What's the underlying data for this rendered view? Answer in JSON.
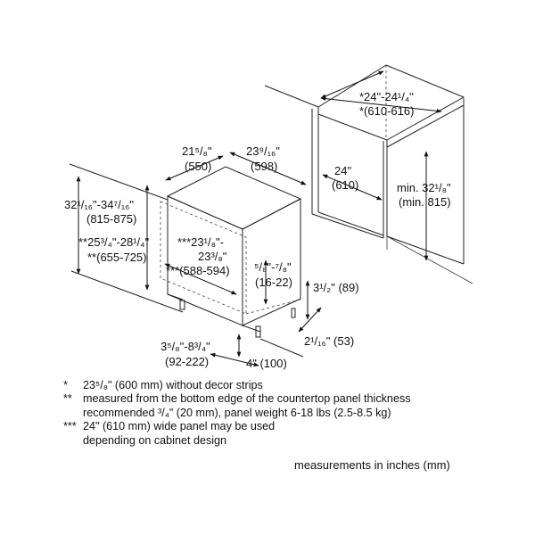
{
  "dimensions": {
    "top_depth_in": "21⁵/₈\"",
    "top_depth_mm": "(550)",
    "top_width_in": "23⁹/₁₆\"",
    "top_width_mm": "(598)",
    "cabinet_depth_in": "24\"",
    "cabinet_depth_mm": "(610)",
    "niche_width_in": "*24\"-24¹/₄\"",
    "niche_width_mm": "*(610-616)",
    "niche_height_in": "min. 32¹/₈\"",
    "niche_height_mm": "(min. 815)",
    "overall_height_in": "32¹/₁₆\"-34⁷/₁₆\"",
    "overall_height_mm": "(815-875)",
    "panel_height_in": "**25³/₄\"-28¹/₄\"",
    "panel_height_mm": "**(655-725)",
    "panel_width_line1": "***23¹/₈\"-",
    "panel_width_line2": "23³/₈\"",
    "panel_width_mm": "***(588-594)",
    "panel_gap_in": "⁵/₈\"-⁷/₈\"",
    "panel_gap_mm": "(16-22)",
    "toekick_height": "3¹/₂\" (89)",
    "plinth_depth": "2¹/₁₆\" (53)",
    "foot_range_in": "3⁵/₈\"-8³/₄\"",
    "foot_range_mm": "(92-222)",
    "foot_offset": "4\" (100)"
  },
  "notes": [
    {
      "mark": "*",
      "lines": [
        "23⁵/₈\" (600 mm) without decor strips"
      ]
    },
    {
      "mark": "**",
      "lines": [
        "measured from the bottom edge of the countertop panel thickness",
        "recommended ³/₄\" (20 mm), panel weight 6-18 lbs (2.5-8.5 kg)"
      ]
    },
    {
      "mark": "***",
      "lines": [
        "24\" (610 mm) wide panel may be used",
        "depending on cabinet design"
      ]
    }
  ],
  "footer": "measurements in inches (mm)"
}
